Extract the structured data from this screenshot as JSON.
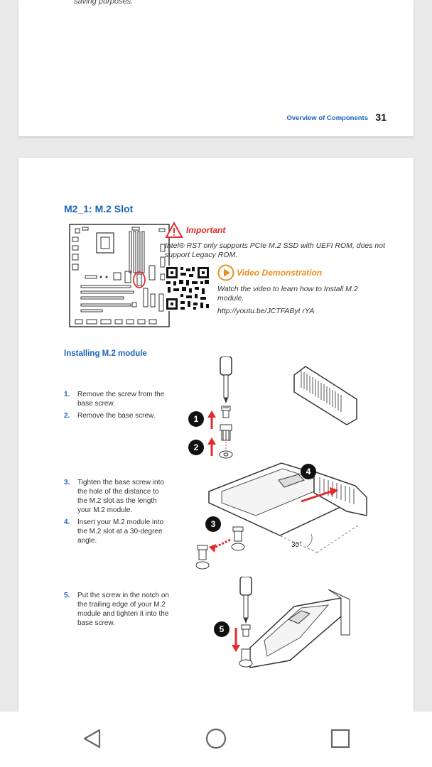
{
  "page_top": {
    "fragment": "saving purposes.",
    "footer_label": "Overview of Components",
    "page_number": "31"
  },
  "section": {
    "title": "M2_1: M.2 Slot",
    "important": {
      "title": "Important",
      "text": "Intel® RST only supports PCIe M.2 SSD with UEFI ROM, does not support Legacy ROM."
    },
    "video": {
      "title": "Video Demonstration",
      "text": "Watch the video to learn how to Install M.2 module.",
      "url": "http://youtu.be/JCTFAByt rYA"
    },
    "subtitle": "Installing M.2 module",
    "steps": [
      {
        "num": "1.",
        "text": "Remove the screw from the base screw."
      },
      {
        "num": "2.",
        "text": "Remove the base screw."
      },
      {
        "num": "3.",
        "text": "Tighten the base screw into the hole of the distance to the M.2 slot as the length your M.2 module."
      },
      {
        "num": "4.",
        "text": "Insert your M.2 module into the M.2 slot at a 30-degree angle."
      },
      {
        "num": "5.",
        "text": "Put the screw in the notch on the trailing edge of your M.2 module and tighten it into the base screw."
      }
    ],
    "markers": [
      "1",
      "2",
      "3",
      "4",
      "5"
    ],
    "angle_label": "30°"
  },
  "colors": {
    "accent_blue": "#1a63b8",
    "important_red": "#e32b2b",
    "video_orange": "#e8901e"
  },
  "nav": {
    "back_icon": "back-triangle-icon",
    "home_icon": "home-circle-icon",
    "recents_icon": "recents-square-icon"
  }
}
